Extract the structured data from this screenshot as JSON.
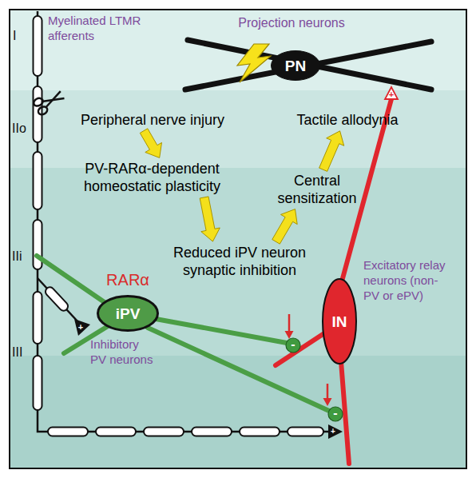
{
  "diagram": {
    "nodes": [
      {
        "text": [
          "Projection neurons",
          "PN"
        ]
      },
      {
        "text": [
          "Peripheral nerve injury"
        ]
      },
      {
        "text": [
          "Tactile allodynia"
        ]
      },
      {
        "text": [
          "PV-RARα-dependent homeostatic plasticity"
        ]
      },
      {
        "text": [
          "Central sensitization"
        ]
      },
      {
        "text": [
          "Reduced iPV neuron synaptic inhibition"
        ]
      },
      {
        "text": [
          "RARα",
          "iPV",
          "Inhibitory PV neurons"
        ]
      },
      {
        "text": [
          "IN",
          "Excitatory relay neurons (non-PV or ePV)"
        ]
      }
    ],
    "edges": [
      {
        "from": 1,
        "to": 3,
        "arrow": "to"
      },
      {
        "from": 3,
        "to": 5,
        "arrow": "to"
      },
      {
        "from": 5,
        "to": 4,
        "arrow": "to"
      },
      {
        "from": 4,
        "to": 2,
        "arrow": "to"
      }
    ],
    "labels": [
      "Myelinated LTMR afferents",
      "I",
      "+",
      "IIo",
      "IIi",
      "+",
      "-",
      "III",
      "-",
      "+"
    ]
  }
}
